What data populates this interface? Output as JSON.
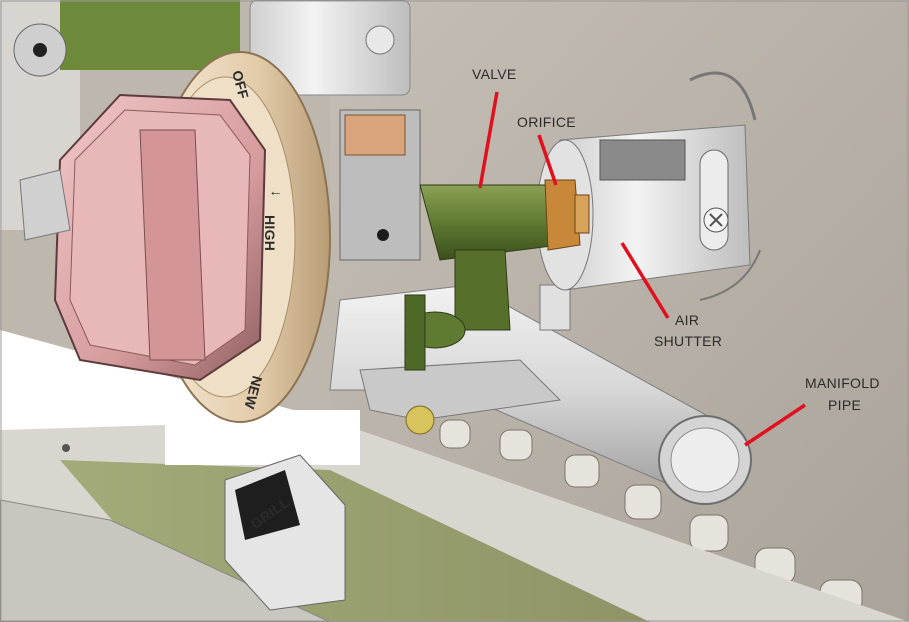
{
  "labels": {
    "valve": "VALVE",
    "orifice": "ORIFICE",
    "air_shutter_line1": "AIR",
    "air_shutter_line2": "SHUTTER",
    "manifold_pipe_line1": "MANIFOLD",
    "manifold_pipe_line2": "PIPE"
  },
  "knob": {
    "dial_text": "HIGH",
    "dial_arrow": "↓",
    "dial_text_top": "OFF",
    "dial_text_bottom": "NEW"
  },
  "tag": {
    "text": "GRILL"
  },
  "colors": {
    "callout_line": "#e0101e",
    "knob": "#d9a0a3",
    "dial": "#e8d4b6",
    "valve": "#5f7a32",
    "panel": "#b8b2aa",
    "metal": "#dcdcdc",
    "brass": "#c8883a"
  }
}
